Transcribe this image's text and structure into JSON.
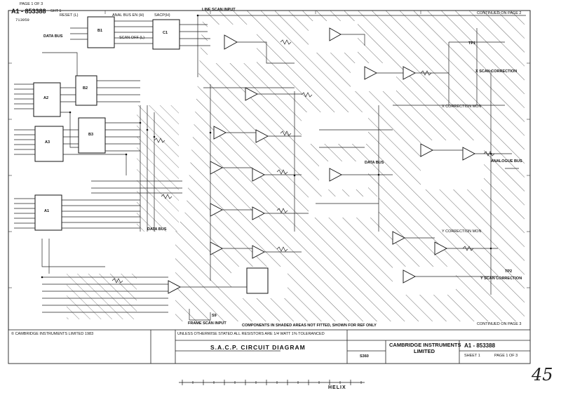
{
  "header": {
    "page_of": "PAGE 1 OF 3",
    "drawing_no": "A1 - 853388",
    "sheet_short": "SHT 1",
    "issue_no": "713959",
    "continued_on": "CONTINUED ON PAGE 2",
    "continued_bottom": "CONTINUED ON PAGE 3"
  },
  "signals": {
    "line_scan_input": "LINE SCAN INPUT",
    "frame_scan_input": "FRAME SCAN INPUT",
    "data_bus": "DATA BUS",
    "x_scan_correction": "X SCAN CORRECTION",
    "y_scan_correction": "Y SCAN CORRECTION",
    "y_correction_mon": "Y CORRECTION MON",
    "x_correction_mon": "X CORRECTION MON",
    "analogue_bus": "ANALOGUE BUS",
    "reset": "RESET (L)",
    "anal_bus_en": "ANAL BUS EN (H)",
    "scan_off": "SCAN OFF (L)",
    "sacp": "SACP(H)"
  },
  "components": [
    "A1",
    "A2",
    "A3",
    "B1",
    "B2",
    "B3",
    "C1",
    "S9",
    "TP1",
    "TP2"
  ],
  "notes": {
    "shaded": "COMPONENTS IN SHADED AREAS NOT FITTED, SHOWN FOR REF ONLY",
    "tolerance": "UNLESS OTHERWISE STATED ALL RESISTORS ARE 1/4 WATT 1% TOLERANCED"
  },
  "title_block": {
    "copyright": "© CAMBRIDGE INSTRUMENTS LIMITED 1983",
    "title": "S.A.C.P. CIRCUIT DIAGRAM",
    "company_line1": "CAMBRIDGE INSTRUMENTS",
    "company_line2": "LIMITED",
    "drawing_no": "A1 - 853388",
    "sheet": "SHEET 1",
    "page": "PAGE 1 OF 3",
    "model": "S360"
  },
  "handwritten_number": "45",
  "ruler_brand": "HELIX"
}
